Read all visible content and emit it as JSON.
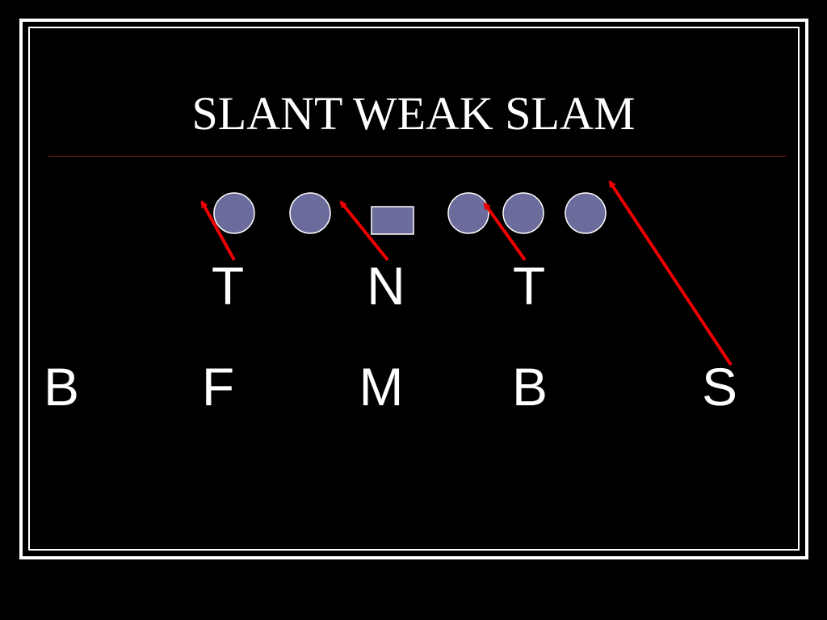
{
  "title": "SLANT WEAK SLAM",
  "colors": {
    "background": "#000000",
    "frame": "#ffffff",
    "rule": "#8b1a1a",
    "player_fill": "#6b6b9c",
    "player_stroke": "#ffffff",
    "arrow": "#ee0000",
    "label": "#ffffff"
  },
  "line_labels": [
    "T",
    "N",
    "T"
  ],
  "back_labels": [
    "B",
    "F",
    "M",
    "B",
    "S"
  ]
}
